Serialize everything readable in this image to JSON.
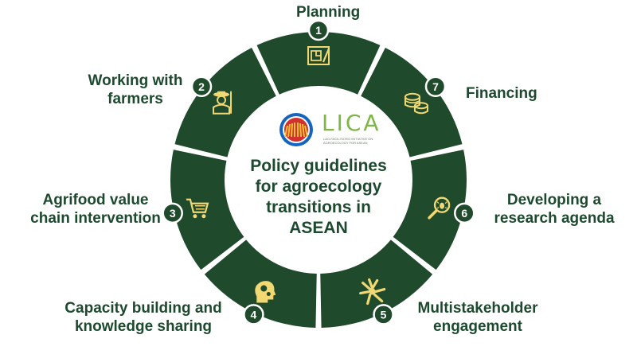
{
  "center": {
    "title": "Policy guidelines\nfor agroecology\ntransitions in\nASEAN"
  },
  "logo": {
    "brand": "LICA",
    "tagline": "Lao-facilitated initiative on agroecology for ASEAN"
  },
  "colors": {
    "segment": "#1f4a2b",
    "badge": "#1f4a2b",
    "text": "#1d4a2f",
    "icon": "#f1d873",
    "brand_green": "#7db547"
  },
  "steps": [
    {
      "number": "1",
      "label": "Planning",
      "icon": "blueprint-icon"
    },
    {
      "number": "2",
      "label": "Working with\nfarmers",
      "icon": "farmer-icon"
    },
    {
      "number": "3",
      "label": "Agrifood value\nchain intervention",
      "icon": "shopping-cart-icon"
    },
    {
      "number": "4",
      "label": "Capacity building and\nknowledge sharing",
      "icon": "head-gears-icon"
    },
    {
      "number": "5",
      "label": "Multistakeholder\nengagement",
      "icon": "hands-together-icon"
    },
    {
      "number": "6",
      "label": "Developing a\nresearch agenda",
      "icon": "magnifier-bug-icon"
    },
    {
      "number": "7",
      "label": "Financing",
      "icon": "coins-icon"
    }
  ]
}
